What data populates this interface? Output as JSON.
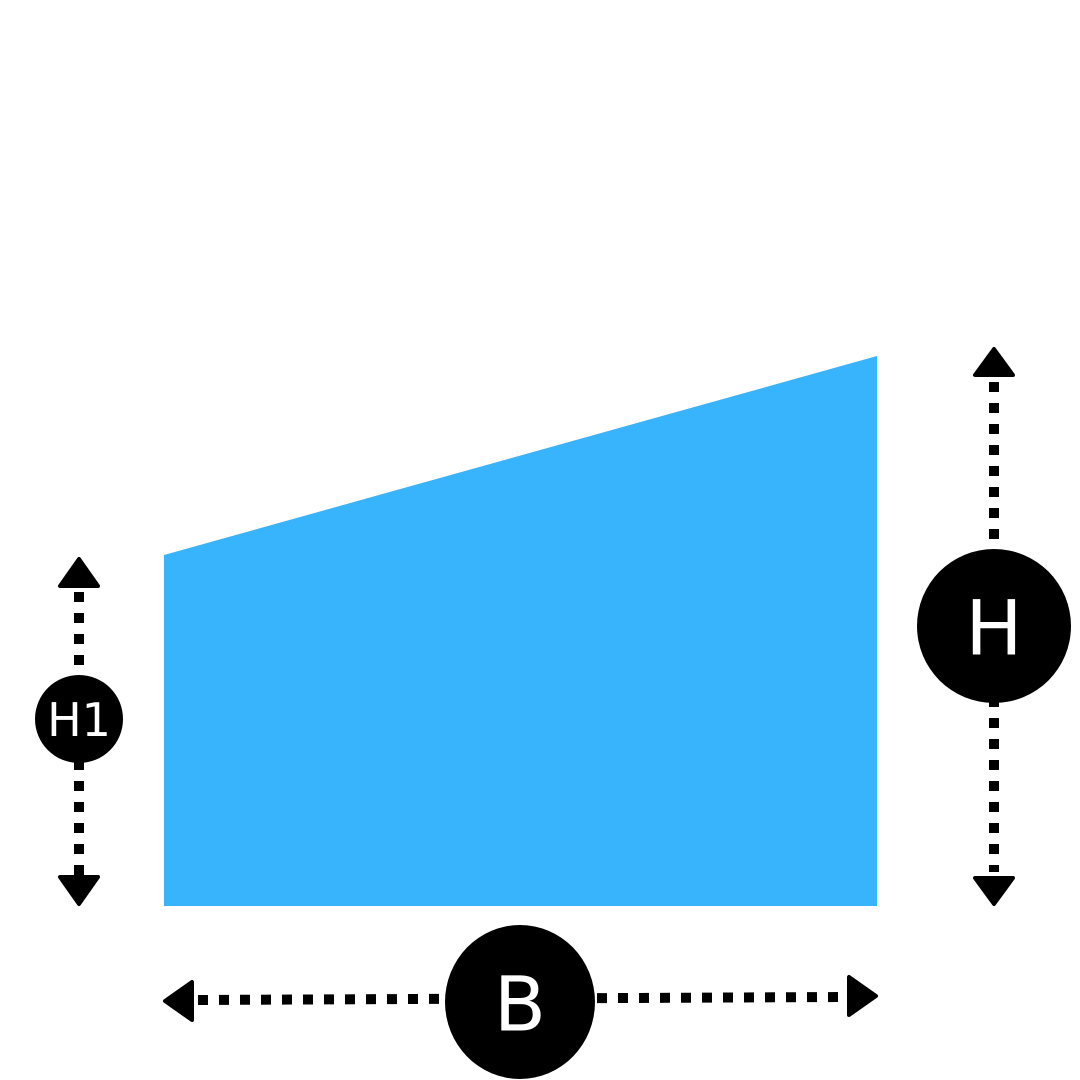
{
  "shape": {
    "fill": "#38b4fc"
  },
  "ink": "#000000",
  "labels": {
    "left_height": "H1",
    "right_height": "H",
    "base": "B"
  }
}
